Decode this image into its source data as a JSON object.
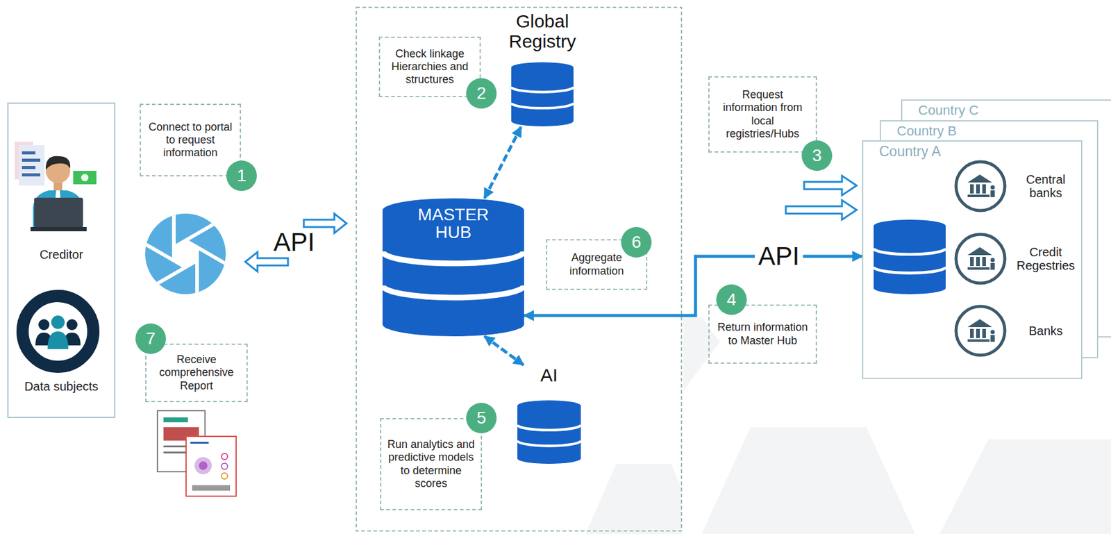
{
  "diagram": {
    "nodes": [
      {
        "text": [
          "Creditor",
          "Data subjects"
        ]
      },
      {
        "text": [
          "Connect to portal to request information"
        ]
      },
      {
        "text": [
          "Receive comprehensive Report"
        ]
      },
      {
        "text": [
          "Global Registry"
        ]
      },
      {
        "text": [
          "Check linkage Hierarchies and structures"
        ]
      },
      {
        "text": [
          "MASTER HUB"
        ]
      },
      {
        "text": [
          "Aggregate information"
        ]
      },
      {
        "text": [
          "AI"
        ]
      },
      {
        "text": [
          "Run analytics and predictive models to determine scores"
        ]
      },
      {
        "text": [
          "Request information from local registries/Hubs"
        ]
      },
      {
        "text": [
          "Return information to Master Hub"
        ]
      },
      {
        "text": [
          "Country C"
        ]
      },
      {
        "text": [
          "Country B"
        ]
      },
      {
        "text": [
          "Country A"
        ]
      },
      {
        "text": [
          "Central banks"
        ],
        "in": 13
      },
      {
        "text": [
          "Credit Regestries"
        ],
        "in": 13
      },
      {
        "text": [
          "Banks"
        ],
        "in": 13
      }
    ],
    "edges": [
      {
        "from": 3,
        "to": 5,
        "arrow": "both"
      },
      {
        "from": 5,
        "to": 7,
        "arrow": "both"
      },
      {
        "from": 5,
        "to": 13,
        "label": "API",
        "arrow": "both"
      }
    ],
    "labels": [
      "1",
      "API",
      "7",
      "2",
      "6",
      "5",
      "3",
      "4"
    ]
  }
}
